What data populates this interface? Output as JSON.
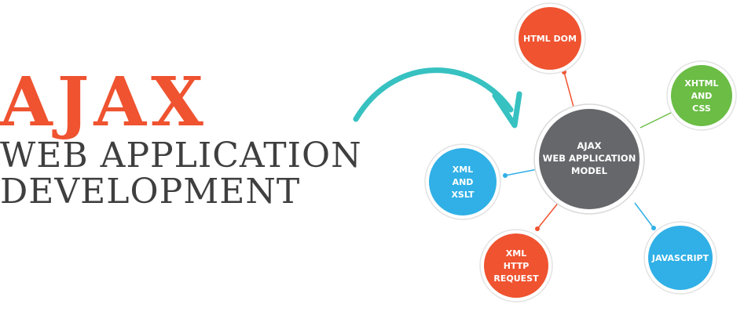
{
  "title": {
    "main": "AJAX",
    "line1": "WEB APPLICATION",
    "line2": "DEVELOPMENT"
  },
  "colors": {
    "orange": "#ef5330",
    "green": "#6bbd45",
    "blue": "#30b0e6",
    "center_gray": "#66676b",
    "arrow_teal": "#37c1c1",
    "text_dark": "#3f3f3f"
  },
  "center": {
    "lines": [
      "AJAX",
      "WEB APPLICATION",
      "MODEL"
    ]
  },
  "nodes": {
    "html_dom": {
      "lines": [
        "HTML DOM"
      ]
    },
    "xhtml_css": {
      "lines": [
        "XHTML",
        "AND",
        "CSS"
      ]
    },
    "xml_xslt": {
      "lines": [
        "XML",
        "AND",
        "XSLT"
      ]
    },
    "javascript": {
      "lines": [
        "JAVASCRIPT"
      ]
    },
    "xml_http_request": {
      "lines": [
        "XML",
        "HTTP",
        "REQUEST"
      ]
    }
  }
}
